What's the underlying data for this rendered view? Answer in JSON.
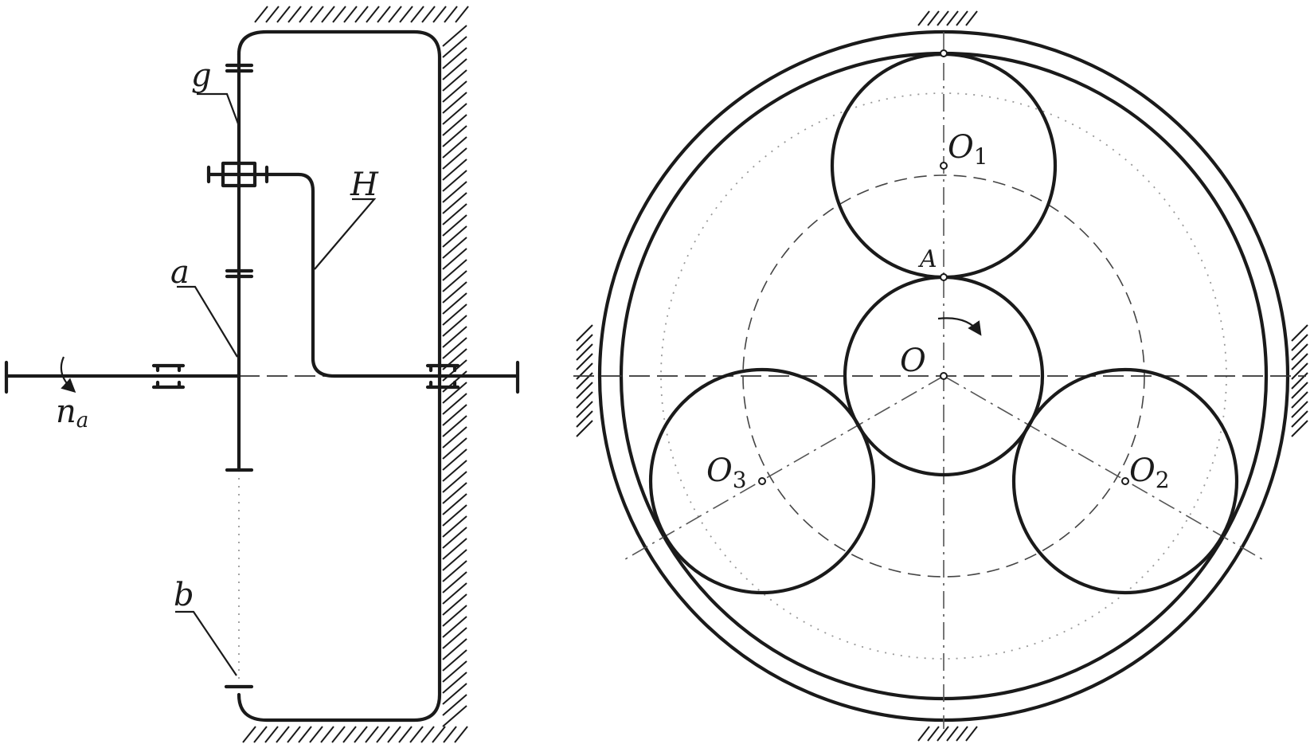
{
  "left_view": {
    "labels": {
      "g": "g",
      "H": "H",
      "a": "a",
      "b": "b",
      "n": "n",
      "n_sub": "a"
    }
  },
  "right_view": {
    "labels": {
      "O": "O",
      "A": "A",
      "O1": "O",
      "O1_sub": "1",
      "O2": "O",
      "O2_sub": "2",
      "O3": "O",
      "O3_sub": "3"
    }
  }
}
